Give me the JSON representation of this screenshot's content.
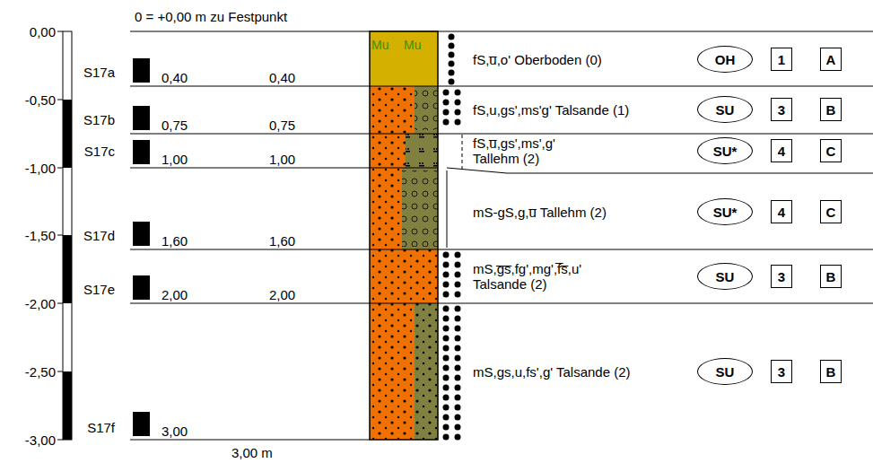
{
  "diagram": {
    "nodes": [
      {
        "text": [
          "OH"
        ]
      },
      {
        "text": [
          "1"
        ]
      },
      {
        "text": [
          "A"
        ]
      },
      {
        "text": [
          "SU"
        ]
      },
      {
        "text": [
          "3"
        ]
      },
      {
        "text": [
          "B"
        ]
      },
      {
        "text": [
          "SU*"
        ]
      },
      {
        "text": [
          "4"
        ]
      },
      {
        "text": [
          "C"
        ]
      },
      {
        "text": [
          "SU*"
        ]
      },
      {
        "text": [
          "4"
        ]
      },
      {
        "text": [
          "C"
        ]
      },
      {
        "text": [
          "SU"
        ]
      },
      {
        "text": [
          "3"
        ]
      },
      {
        "text": [
          "B"
        ]
      },
      {
        "text": [
          "SU"
        ]
      },
      {
        "text": [
          "3"
        ]
      },
      {
        "text": [
          "B"
        ]
      }
    ],
    "labels": [
      "0 = +0,00 m zu Festpunkt",
      "0,00",
      "-0,50",
      "-1,00",
      "-1,50",
      "-2,00",
      "-2,50",
      "-3,00",
      "S17a",
      "0,40",
      "0,40",
      "S17b",
      "0,75",
      "0,75",
      "S17c",
      "1,00",
      "1,00",
      "S17d",
      "1,60",
      "1,60",
      "S17e",
      "2,00",
      "2,00",
      "S17f",
      "3,00",
      "3,00 m",
      "Mu",
      "Mu",
      "fS,u̅,o' Oberboden (0)",
      "fS,u,gs',ms'g' Talsande (1)",
      "fS,u̅,gs',ms',g' Tallehm (2)",
      "mS-gS,g,u̅ Tallehm (2)",
      "mS,g̅s̅,fg',mg',f̅s̅,u' Talsande (2)",
      "mS,gs,u,fs',g' Talsande (2)"
    ]
  }
}
